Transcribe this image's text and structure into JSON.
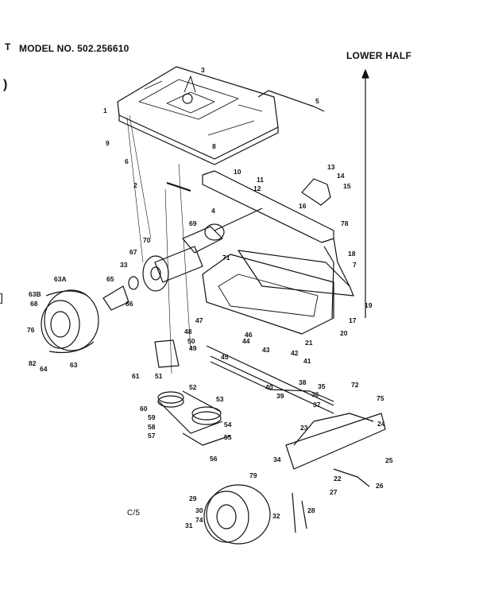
{
  "header": {
    "model": "MODEL NO. 502.256610",
    "section": "LOWER HALF",
    "corner_note": "C/5"
  },
  "marks": {
    "m1": "T",
    "m2": ")",
    "m3": "]"
  },
  "callouts": [
    "1",
    "2",
    "3",
    "4",
    "5",
    "6",
    "7",
    "8",
    "9",
    "10",
    "11",
    "12",
    "13",
    "14",
    "15",
    "16",
    "17",
    "18",
    "19",
    "20",
    "21",
    "22",
    "23",
    "24",
    "25",
    "26",
    "27",
    "28",
    "29",
    "30",
    "31",
    "32",
    "33",
    "34",
    "35",
    "36",
    "37",
    "38",
    "39",
    "40",
    "41",
    "42",
    "43",
    "44",
    "45",
    "46",
    "47",
    "48",
    "49",
    "50",
    "51",
    "52",
    "53",
    "54",
    "55",
    "56",
    "57",
    "58",
    "59",
    "60",
    "61",
    "63",
    "63A",
    "63B",
    "64",
    "65",
    "66",
    "67",
    "68",
    "69",
    "70",
    "71",
    "72",
    "74",
    "75",
    "76",
    "78",
    "79",
    "82"
  ]
}
